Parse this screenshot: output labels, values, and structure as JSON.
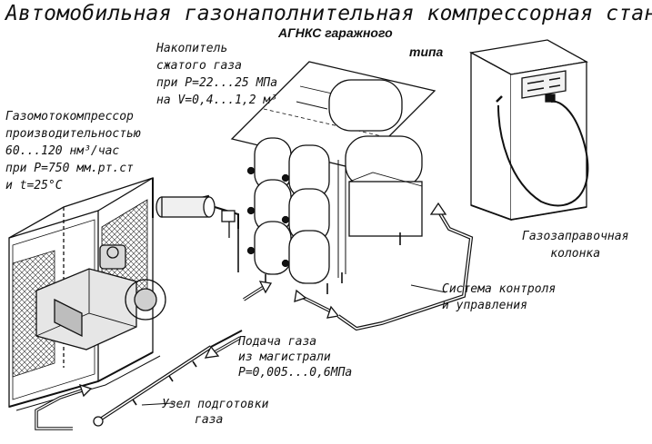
{
  "diagram": {
    "title": "Автомобильная газонаполнительная компрессорная станция",
    "subtitle_line1": "АГНКС гаражного",
    "subtitle_line2": "типа",
    "storage_label": [
      "Накопитель",
      "сжатого газа",
      "при P=22...25 МПа",
      "на V=0,4...1,2 м³"
    ],
    "compressor_label": [
      "Газомотокомпрессор",
      "производительностью",
      "60...120 нм³/час",
      "при P=750 мм.рт.ст",
      "и t=25°C"
    ],
    "dispenser_label": [
      "Газозаправочная",
      "колонка"
    ],
    "control_label": [
      "Система контроля",
      "и управления"
    ],
    "supply_label": [
      "Подача газа",
      "из магистрали",
      "P=0,005...0,6МПа"
    ],
    "prep_label": [
      "Узел подготовки",
      "газа"
    ]
  },
  "colors": {
    "ink": "#111111",
    "paper": "#ffffff"
  },
  "icons": [
    "compressor-unit",
    "gas-cylinder-rack",
    "fuel-dispenser",
    "filter-unit",
    "flow-arrow"
  ]
}
